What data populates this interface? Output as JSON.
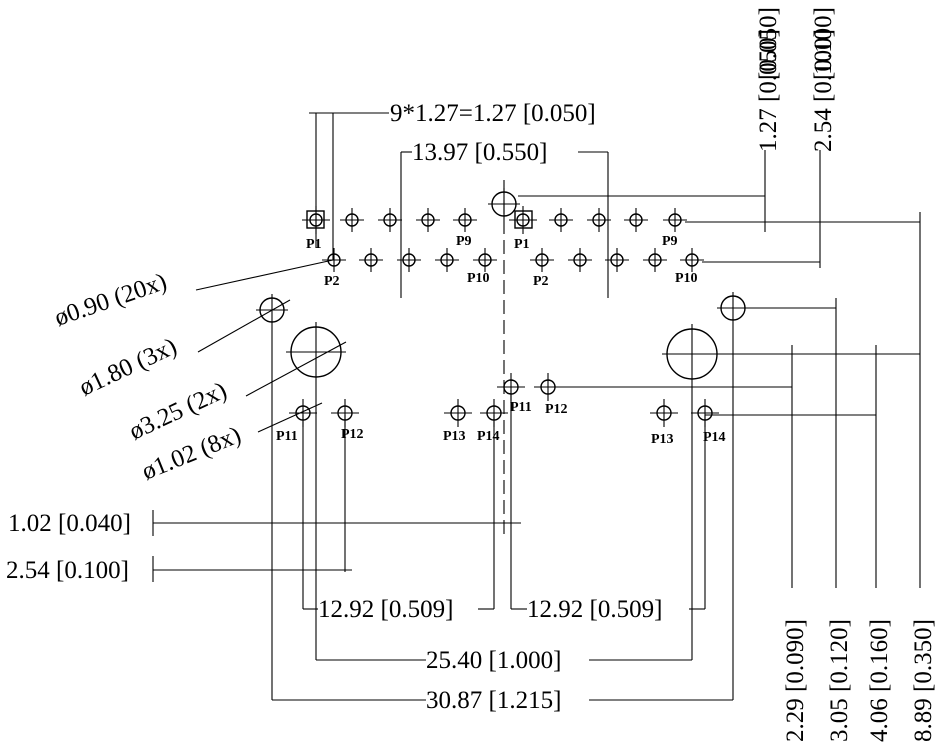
{
  "drawing": {
    "top_dims": {
      "pitch": "9*1.27=1.27 [0.050]",
      "span": "13.97 [0.550]"
    },
    "right_dims": {
      "r127": "1.27 [0.050]",
      "r254": "2.54 [0.100]"
    },
    "left_labels": {
      "d090": "ø0.90 (20x)",
      "d180": "ø1.80 (3x)",
      "d325": "ø3.25 (2x)",
      "d102": "ø1.02 (8x)"
    },
    "left_dims": {
      "d102": "1.02 [0.040]",
      "d254": "2.54 [0.100]"
    },
    "bottom_dims": {
      "b1": "12.92 [0.509]",
      "b2": "12.92 [0.509]",
      "b3": "25.40 [1.000]",
      "b4": "30.87 [1.215]"
    },
    "bottom_right_dims": {
      "v1": "2.29 [0.090]",
      "v2": "3.05 [0.120]",
      "v3": "4.06 [0.160]",
      "v4": "8.89 [0.350]"
    },
    "pins": {
      "p1": "P1",
      "p2": "P2",
      "p9": "P9",
      "p10": "P10",
      "p11": "P11",
      "p12": "P12",
      "p13": "P13",
      "p14": "P14"
    }
  }
}
